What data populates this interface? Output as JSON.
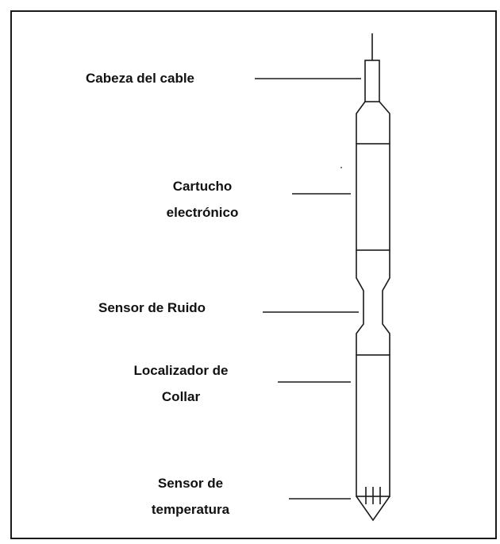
{
  "diagram": {
    "labels": {
      "cable_head": "Cabeza del cable",
      "electronic_cartridge_line1": "Cartucho",
      "electronic_cartridge_line2": "electrónico",
      "noise_sensor": "Sensor de Ruido",
      "collar_locator_line1": "Localizador de",
      "collar_locator_line2": "Collar",
      "temperature_sensor_line1": "Sensor de",
      "temperature_sensor_line2": "temperatura"
    },
    "colors": {
      "stroke": "#1a1a1a",
      "text": "#111111",
      "background": "#ffffff"
    }
  }
}
